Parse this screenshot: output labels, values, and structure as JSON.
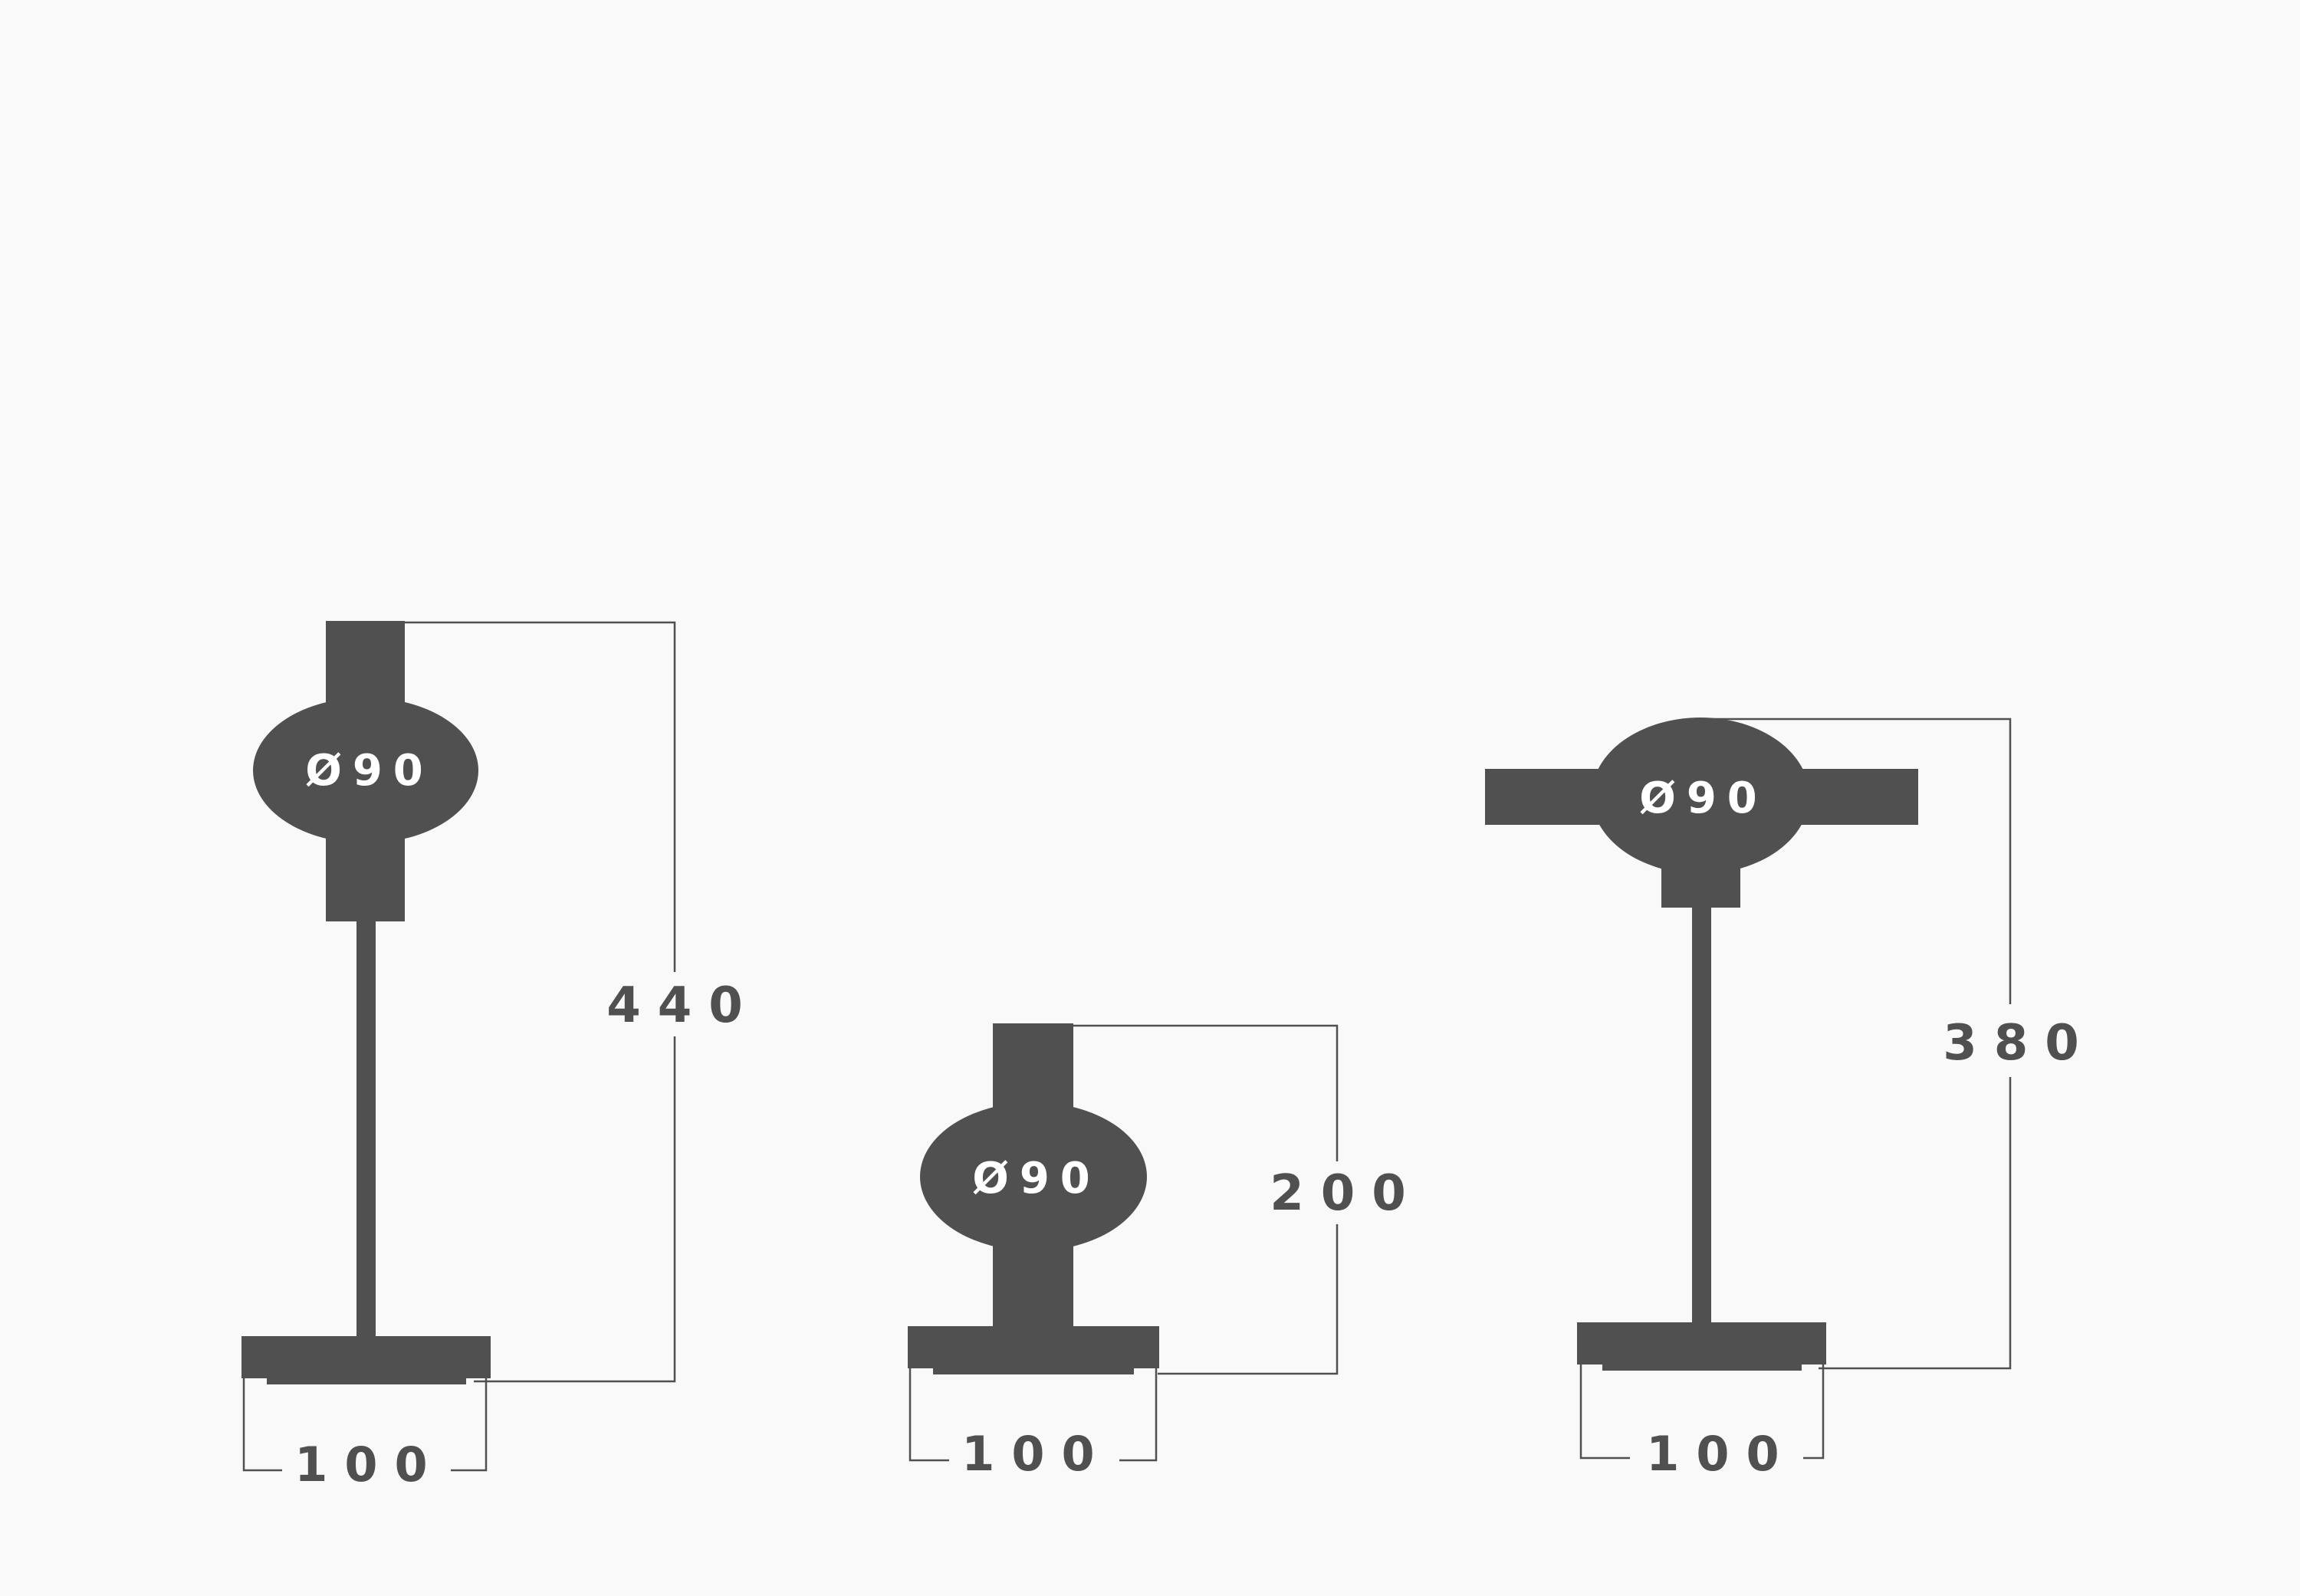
{
  "colors": {
    "background": "#f9f9f9",
    "fixture": "#505050",
    "line": "#505050",
    "label_on_fixture": "#ffffff"
  },
  "fixtures": [
    {
      "id": "tall-pendant",
      "diameter_label": "Ø90",
      "height_label": "440",
      "width_label": "100"
    },
    {
      "id": "short-sconce",
      "diameter_label": "Ø90",
      "height_label": "200",
      "width_label": "100"
    },
    {
      "id": "winged-pendant",
      "diameter_label": "Ø90",
      "height_label": "380",
      "width_label": "100"
    }
  ]
}
